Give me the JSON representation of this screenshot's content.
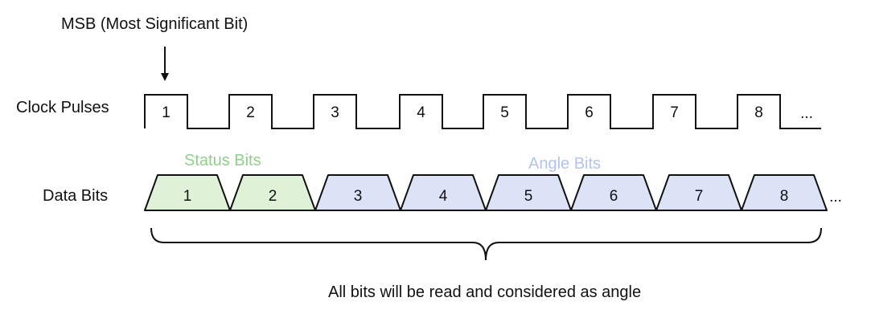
{
  "msb_label": "MSB (Most Significant Bit)",
  "clock_label": "Clock Pulses",
  "data_label": "Data Bits",
  "status_bits_label": "Status Bits",
  "angle_bits_label": "Angle Bits",
  "brace_caption": "All bits will be read and considered as angle",
  "ellipsis": "...",
  "clock_pulses": [
    "1",
    "2",
    "3",
    "4",
    "5",
    "6",
    "7",
    "8"
  ],
  "data_bits": [
    {
      "label": "1",
      "group": "status"
    },
    {
      "label": "2",
      "group": "status"
    },
    {
      "label": "3",
      "group": "angle"
    },
    {
      "label": "4",
      "group": "angle"
    },
    {
      "label": "5",
      "group": "angle"
    },
    {
      "label": "6",
      "group": "angle"
    },
    {
      "label": "7",
      "group": "angle"
    },
    {
      "label": "8",
      "group": "angle"
    }
  ],
  "colors": {
    "status_fill": "#dff2d8",
    "angle_fill": "#dce3f7",
    "status_text": "#8fd18a",
    "angle_text": "#b4c3f0",
    "stroke": "#111111"
  }
}
